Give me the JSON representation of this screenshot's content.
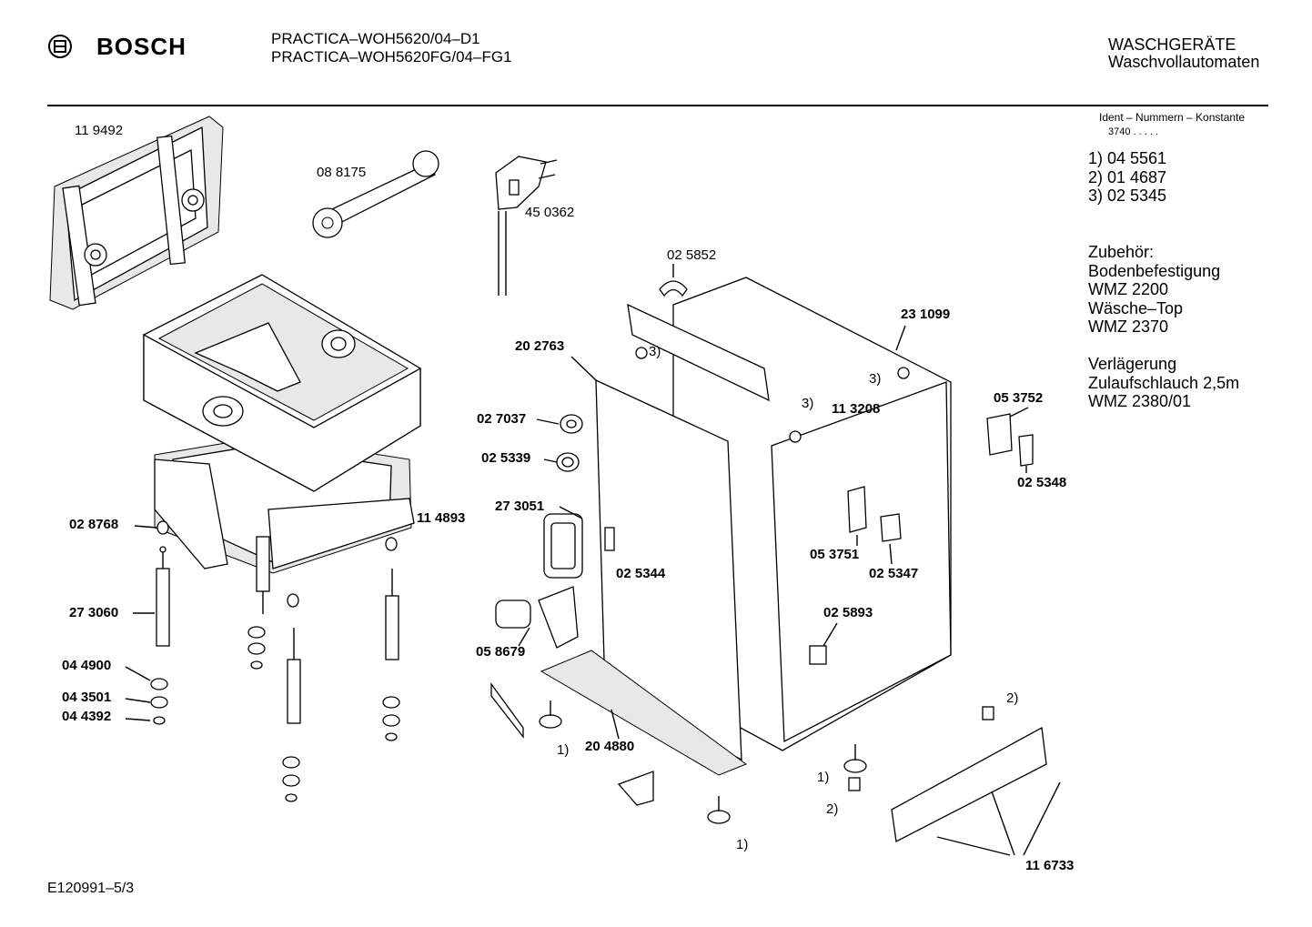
{
  "header": {
    "brand": "BOSCH",
    "model_line_1": "PRACTICA–WOH5620/04–D1",
    "model_line_2": "PRACTICA–WOH5620FG/04–FG1",
    "category_line_1": "WASCHGERÄTE",
    "category_line_2": "Waschvollautomaten"
  },
  "sidebar": {
    "ident_title": "Ident – Nummern – Konstante",
    "ident_value": "3740  .  .  .  .  .",
    "constants": [
      "1) 04 5561",
      "2) 01 4687",
      "3) 02 5345"
    ],
    "accessories": [
      "Zubehör:",
      "Bodenbefestigung",
      "WMZ 2200",
      "Wäsche–Top",
      "WMZ 2370"
    ],
    "extension": [
      "Verlägerung",
      "Zulaufschlauch 2,5m",
      "WMZ 2380/01"
    ]
  },
  "parts": {
    "p119492": "11 9492",
    "p088175": "08 8175",
    "p450362": "45 0362",
    "p025852": "02 5852",
    "p231099": "23 1099",
    "p202763": "20 2763",
    "p027037": "02 7037",
    "p025339": "02 5339",
    "p273051": "27 3051",
    "p025344": "02 5344",
    "p114893": "11 4893",
    "p028768": "02 8768",
    "p273060": "27 3060",
    "p044900": "04 4900",
    "p043501": "04 3501",
    "p044392": "04 4392",
    "p058679": "05 8679",
    "p204880": "20 4880",
    "p113208": "11 3208",
    "p053752": "05 3752",
    "p025348": "02 5348",
    "p053751": "05 3751",
    "p025347": "02 5347",
    "p025893": "02 5893",
    "p116733": "11 6733",
    "ref1": "1)",
    "ref2": "2)",
    "ref3": "3)"
  },
  "footer": {
    "drawing_code": "E120991–5/3"
  }
}
